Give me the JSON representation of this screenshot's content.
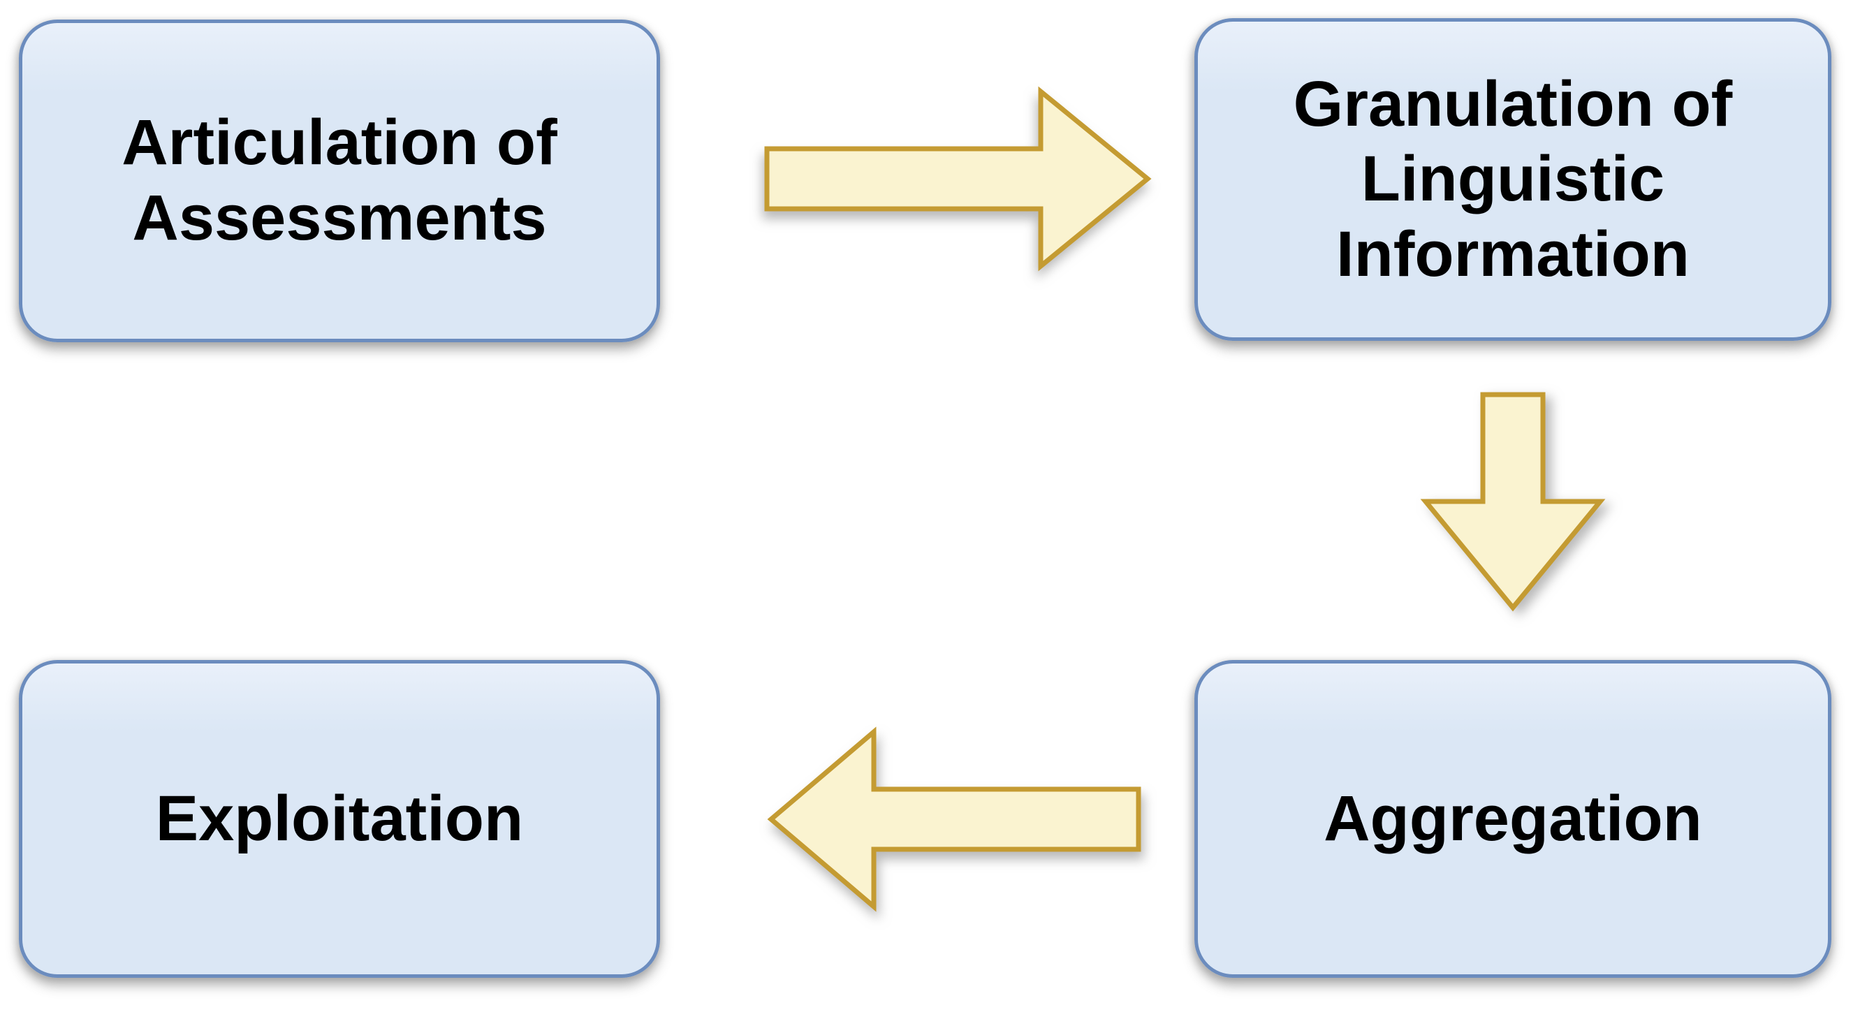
{
  "diagram": {
    "type": "flow-cycle",
    "background": "#ffffff",
    "colors": {
      "node_fill": "#dbe7f5",
      "node_border": "#6b8cbe",
      "arrow_fill": "#faf3d0",
      "arrow_border": "#c49b32",
      "text": "#000000"
    },
    "nodes": [
      {
        "id": "articulation",
        "label": "Articulation of Assessments"
      },
      {
        "id": "granulation",
        "label": "Granulation of Linguistic Information"
      },
      {
        "id": "aggregation",
        "label": "Aggregation"
      },
      {
        "id": "exploitation",
        "label": "Exploitation"
      }
    ],
    "arrows": [
      {
        "from": "articulation",
        "to": "granulation",
        "direction": "right"
      },
      {
        "from": "granulation",
        "to": "aggregation",
        "direction": "down"
      },
      {
        "from": "aggregation",
        "to": "exploitation",
        "direction": "left"
      }
    ]
  }
}
